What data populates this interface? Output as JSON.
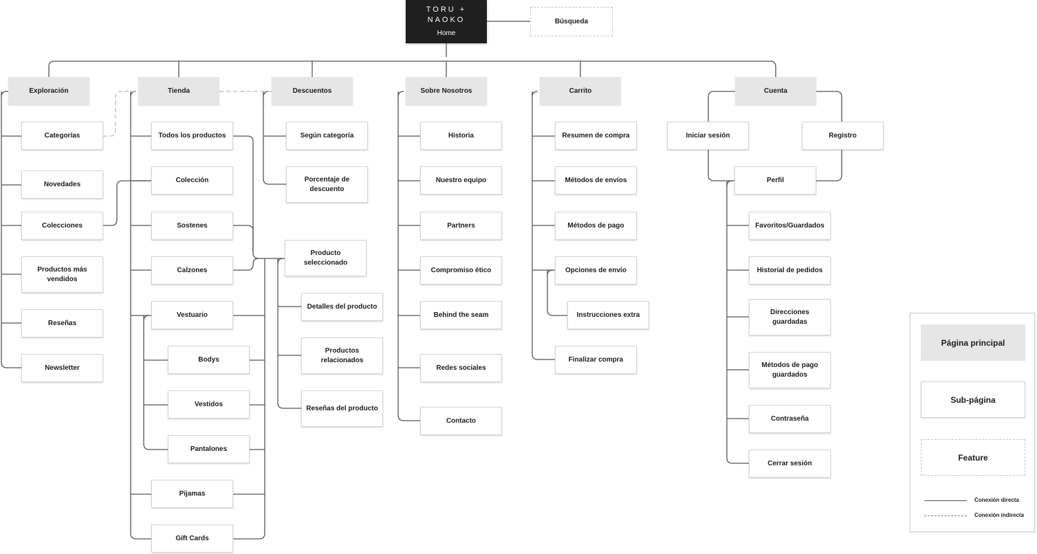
{
  "root": {
    "logo": "TORU + NAOKO",
    "label": "Home"
  },
  "features": {
    "busqueda": "Búsqueda"
  },
  "sections": {
    "exploracion": {
      "title": "Exploración",
      "items": [
        "Categorías",
        "Novedades",
        "Colecciones",
        "Productos más vendidos",
        "Reseñas",
        "Newsletter"
      ]
    },
    "tienda": {
      "title": "Tienda",
      "items": [
        "Todos los productos",
        "Colección",
        "Sostenes",
        "Calzones",
        "Vestuario",
        "Pijamas",
        "Gift Cards"
      ],
      "vestuario_items": [
        "Bodys",
        "Vestidos",
        "Pantalones"
      ]
    },
    "descuentos": {
      "title": "Descuentos",
      "items": [
        "Según categoría",
        "Porcentaje de descuento"
      ]
    },
    "producto": {
      "title": "Producto seleccionado",
      "items": [
        "Detalles del producto",
        "Productos relacionados",
        "Reseñas del producto"
      ]
    },
    "nosotros": {
      "title": "Sobre Nosotros",
      "items": [
        "Historia",
        "Nuestro equipo",
        "Partners",
        "Compromiso ético",
        "Behind the seam",
        "Redes sociales",
        "Contacto"
      ]
    },
    "carrito": {
      "title": "Carrito",
      "items": [
        "Resumen de compra",
        "Métodos de envíos",
        "Métodos de pago",
        "Opciones de envío",
        "Finalizar compra"
      ],
      "envio_items": [
        "Instrucciones extra"
      ]
    },
    "cuenta": {
      "title": "Cuenta",
      "login": "Iniciar sesión",
      "register": "Registro",
      "profile": "Perfil",
      "profile_items": [
        "Favoritos/Guardados",
        "Historial de pedidos",
        "Direcciones guardadas",
        "Métodos de pago guardados",
        "Contraseña",
        "Cerrar sesión"
      ]
    }
  },
  "legend": {
    "main": "Página principal",
    "sub": "Sub-página",
    "feature": "Feature",
    "direct": "Conexión directa",
    "indirect": "Conexión indirecta"
  },
  "colors": {
    "main_fill": "#e6e6e6",
    "root_fill": "#1f1f1f",
    "line": "#555555",
    "dashed_line": "#c4c4c4"
  }
}
